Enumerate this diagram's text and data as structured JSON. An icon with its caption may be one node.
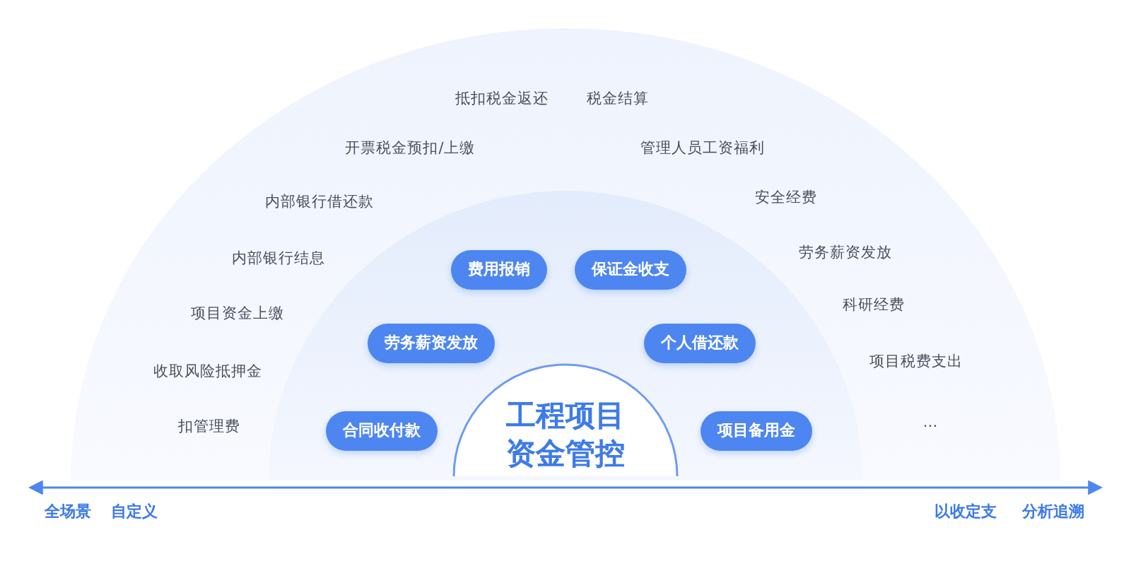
{
  "diagram": {
    "nodes": [
      {
        "text": [
          "工程项目资金管控"
        ]
      },
      {
        "text": [
          "费用报销"
        ]
      },
      {
        "text": [
          "保证金收支"
        ]
      },
      {
        "text": [
          "劳务薪资发放"
        ]
      },
      {
        "text": [
          "个人借还款"
        ]
      },
      {
        "text": [
          "合同收付款"
        ]
      },
      {
        "text": [
          "项目备用金"
        ]
      }
    ],
    "labels": [
      "抵扣税金返还",
      "税金结算",
      "开票税金预扣/上缴",
      "管理人员工资福利",
      "内部银行借还款",
      "安全经费",
      "内部银行结息",
      "劳务薪资发放",
      "项目资金上缴",
      "科研经费",
      "收取风险抵押金",
      "项目税费支出",
      "扣管理费",
      "…",
      "全场景",
      "自定义",
      "以收定支",
      "分析追溯"
    ]
  }
}
